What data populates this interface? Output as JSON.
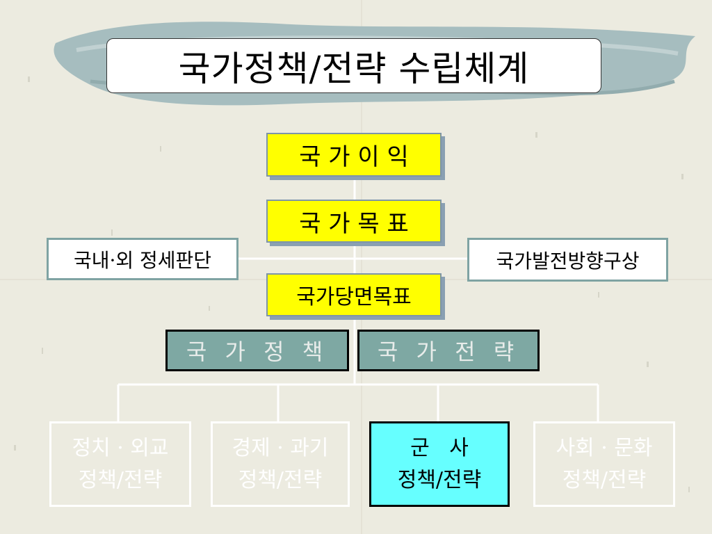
{
  "title": "국가정책/전략 수립체계",
  "nodes": {
    "national_interest": "국 가 이 익",
    "national_goal": "국 가 목 표",
    "current_goal": "국가당면목표",
    "situation": "국내·외 정세판단",
    "development": "국가발전방향구상",
    "policy": "국 가 정 책",
    "strategy": "국 가 전 략"
  },
  "categories": [
    {
      "line1": "정치 · 외교",
      "line2": "정책/전략"
    },
    {
      "line1": "경제 · 과기",
      "line2": "정책/전략"
    },
    {
      "line1": "군   사",
      "line2": "정책/전략"
    },
    {
      "line1": "사회 · 문화",
      "line2": "정책/전략"
    }
  ],
  "colors": {
    "yellow": "#ffff00",
    "teal": "#7ea8a3",
    "highlight": "#66ffff",
    "connector": "#ffffff"
  }
}
